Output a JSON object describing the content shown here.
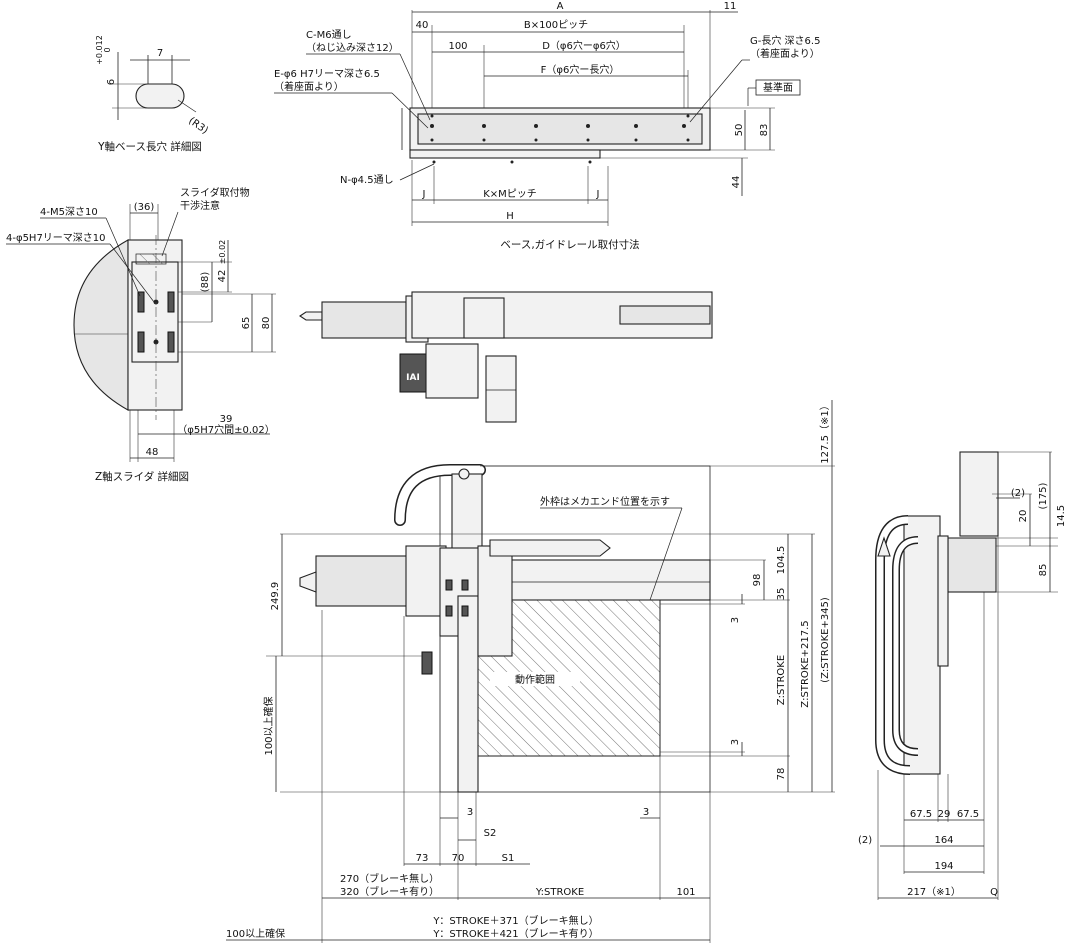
{
  "detail_y_base_slot": {
    "title": "Y軸ベース長穴 詳細図",
    "dim_6": "6",
    "tol_plus": "+0.012",
    "tol_zero": "0",
    "dim_7": "7",
    "radius": "(R3)"
  },
  "base_rail_mount": {
    "title": "ベース,ガイドレール取付寸法",
    "dim_A": "A",
    "dim_40": "40",
    "dim_11": "11",
    "dim_B": "B×100ピッチ",
    "dim_100": "100",
    "dim_D": "D（φ6穴ーφ6穴）",
    "dim_F": "F（φ6穴ー長穴）",
    "dim_J_left": "J",
    "dim_K": "K×Mピッチ",
    "dim_J_right": "J",
    "dim_H": "H",
    "dim_50": "50",
    "dim_83": "83",
    "dim_44": "44",
    "note_C": "C-M6通し",
    "note_C2": "（ねじ込み深さ12）",
    "note_E": "E-φ6 H7リーマ深さ6.5",
    "note_E2": "（着座面より）",
    "note_G": "G-長穴 深さ6.5",
    "note_G2": "（着座面より）",
    "note_N": "N-φ4.5通し",
    "ref_surface": "基準面"
  },
  "detail_z_slider": {
    "title": "Z軸スライダ 詳細図",
    "note_m5": "4-M5深さ10",
    "note_pin": "4-φ5H7リーマ深さ10",
    "note_interfere": "スライダ取付物",
    "note_interfere2": "干渉注意",
    "dim_36": "(36)",
    "dim_88": "(88)",
    "dim_42": "42",
    "dim_42_tol": "±0.02",
    "dim_65": "65",
    "dim_80": "80",
    "dim_39": "39",
    "dim_39_note": "（φ5H7穴間±0.02）",
    "dim_48": "48"
  },
  "top_view": {
    "logo": "IAI"
  },
  "front_view": {
    "note_outer": "外枠はメカエンド位置を示す",
    "range_label": "動作範囲",
    "dim_1275": "127.5（※1）",
    "dim_2499": "249.9",
    "dim_98": "98",
    "dim_1045": "104.5",
    "dim_35": "35",
    "dim_3_top": "3",
    "dim_zstroke": "Z:STROKE",
    "dim_zstroke_2175": "Z:STROKE+217.5",
    "dim_zstroke_345": "(Z:STROKE+345)",
    "dim_3_mid": "3",
    "dim_78": "78",
    "dim_100_clear_v": "100以上確保",
    "dim_3_bl": "3",
    "dim_3_br": "3",
    "dim_S2": "S2",
    "dim_73": "73",
    "dim_70": "70",
    "dim_S1": "S1",
    "dim_270": "270（ブレーキ無し）",
    "dim_320": "320（ブレーキ有り）",
    "dim_ystroke": "Y:STROKE",
    "dim_101": "101",
    "dim_total1": "Y：STROKE＋371（ブレーキ無し）",
    "dim_total2": "Y：STROKE＋421（ブレーキ有り）",
    "dim_100_clear_h": "100以上確保"
  },
  "side_view": {
    "dim_2_top": "(2)",
    "dim_20": "20",
    "dim_175": "(175)",
    "dim_145": "14.5",
    "dim_85": "85",
    "dim_675_l": "67.5",
    "dim_29": "29",
    "dim_675_r": "67.5",
    "dim_2_bot": "(2)",
    "dim_164": "164",
    "dim_194": "194",
    "dim_217": "217（※1）",
    "dim_Q": "Q"
  }
}
